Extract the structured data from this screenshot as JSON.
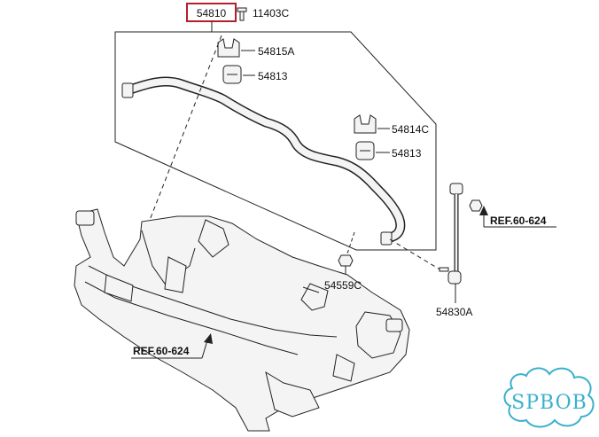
{
  "diagram": {
    "labels": {
      "part_54810": "54810",
      "part_11403C": "11403C",
      "part_54815A": "54815A",
      "part_54813_a": "54813",
      "part_54814C": "54814C",
      "part_54813_b": "54813",
      "part_54559C": "54559C",
      "part_54830A": "54830A",
      "ref_right": "REF.60-624",
      "ref_left": "REF.60-624"
    },
    "colors": {
      "highlight_box": "#b3202a",
      "line": "#222222",
      "part_fill": "#f4f4f4",
      "watermark": "#3bb0cc"
    },
    "watermark": {
      "text": "SPBOB"
    }
  }
}
